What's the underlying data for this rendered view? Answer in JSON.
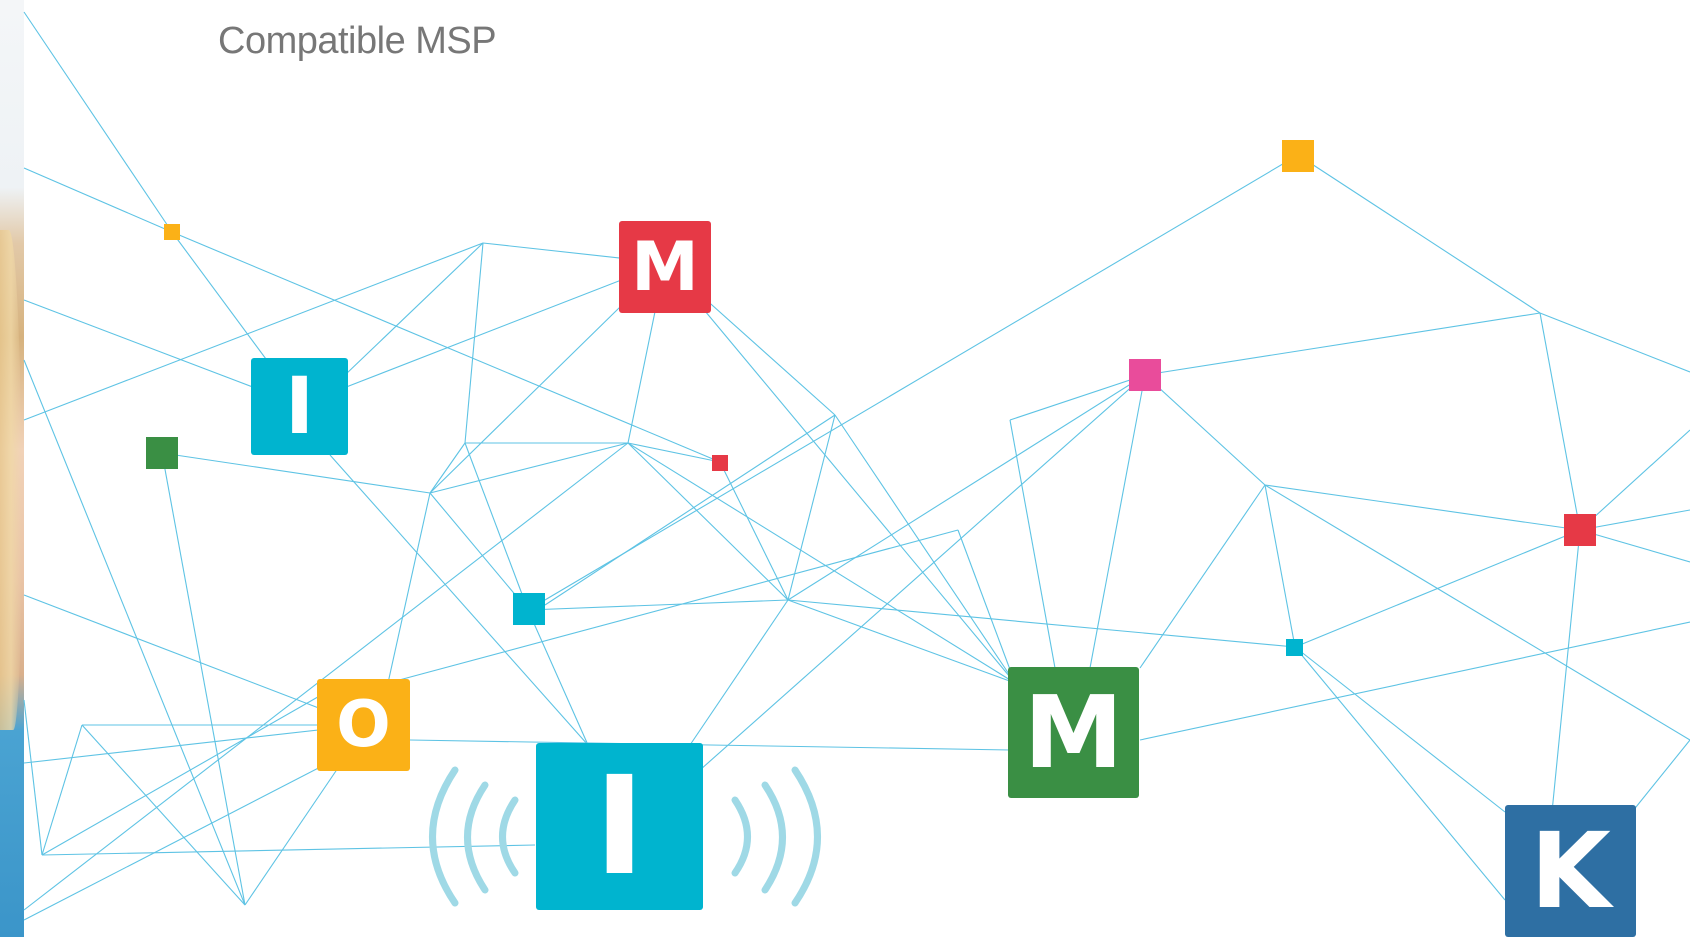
{
  "title": "Compatible MSP",
  "colors": {
    "line": "#5ec3e4",
    "red": "#e63946",
    "cyan": "#00b4cf",
    "orange": "#fbb117",
    "green": "#3a8f44",
    "magenta": "#e94c9b",
    "blue": "#2e6fa3",
    "signal": "#9fd9e6"
  },
  "tiles": [
    {
      "name": "letter-tile-i-top",
      "letter": "I"
    },
    {
      "name": "letter-tile-m-top",
      "letter": "M"
    },
    {
      "name": "letter-tile-o",
      "letter": "O"
    },
    {
      "name": "letter-tile-i-main",
      "letter": "I"
    },
    {
      "name": "letter-tile-m-green",
      "letter": "M"
    },
    {
      "name": "letter-tile-k",
      "letter": "K"
    }
  ],
  "icons": [
    "wireless-signal-icon"
  ]
}
